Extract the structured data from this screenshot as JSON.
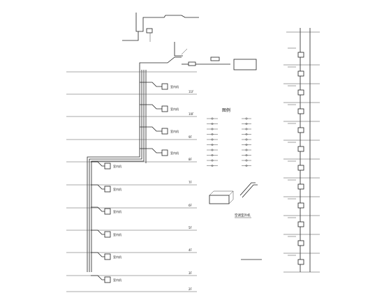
{
  "diagram": {
    "legend_title": "图例",
    "section_label": "空调室外机",
    "bottom_note": "",
    "note_pipe": "",
    "floor_labels": [
      "11F",
      "10F",
      "9F",
      "8F",
      "7F",
      "6F",
      "5F",
      "4F",
      "3F",
      "2F"
    ],
    "unit_label": "室内机",
    "colors": {
      "line": "#222222",
      "background": "#ffffff"
    }
  }
}
